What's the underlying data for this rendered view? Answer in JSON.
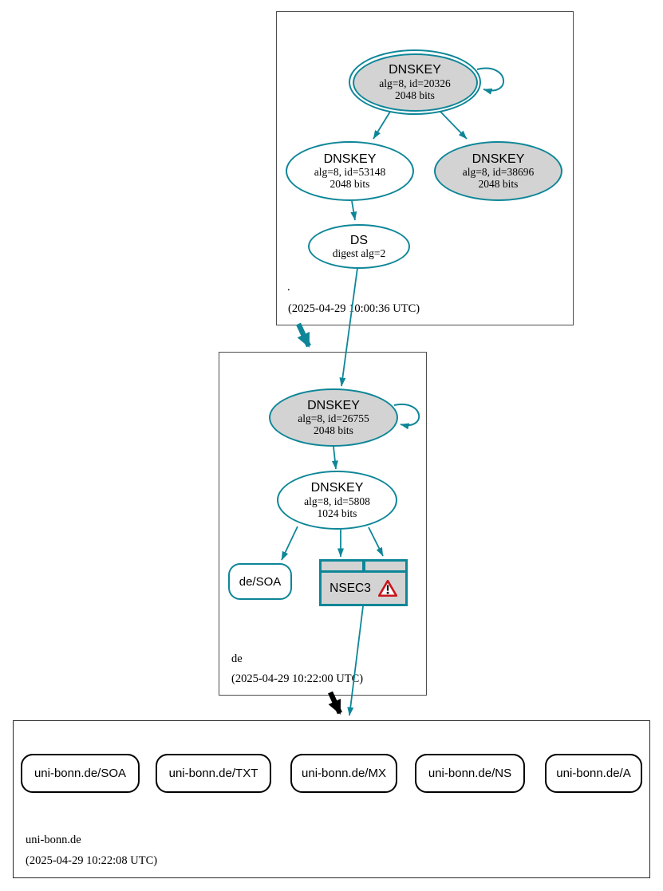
{
  "colors": {
    "secure_teal": "#0d8698",
    "node_fill": "#d3d3d3",
    "warning_red": "#c9171e",
    "insecure_black": "#000000"
  },
  "zones": [
    {
      "label": ".",
      "timestamp": "(2025-04-29 10:00:36 UTC)"
    },
    {
      "label": "de",
      "timestamp": "(2025-04-29 10:22:00 UTC)"
    },
    {
      "label": "uni-bonn.de",
      "timestamp": "(2025-04-29 10:22:08 UTC)"
    }
  ],
  "nodes": {
    "dnskey_20326": {
      "type": "DNSKEY",
      "alg_id": "alg=8, id=20326",
      "bits": "2048 bits"
    },
    "dnskey_53148": {
      "type": "DNSKEY",
      "alg_id": "alg=8, id=53148",
      "bits": "2048 bits"
    },
    "dnskey_38696": {
      "type": "DNSKEY",
      "alg_id": "alg=8, id=38696",
      "bits": "2048 bits"
    },
    "ds": {
      "type": "DS",
      "digest": "digest alg=2"
    },
    "dnskey_26755": {
      "type": "DNSKEY",
      "alg_id": "alg=8, id=26755",
      "bits": "2048 bits"
    },
    "dnskey_5808": {
      "type": "DNSKEY",
      "alg_id": "alg=8, id=5808",
      "bits": "1024 bits"
    },
    "de_soa": {
      "label": "de/SOA"
    },
    "nsec3": {
      "label": "NSEC3",
      "warning_icon": "warning-triangle-icon"
    },
    "rrsets": [
      "uni-bonn.de/SOA",
      "uni-bonn.de/TXT",
      "uni-bonn.de/MX",
      "uni-bonn.de/NS",
      "uni-bonn.de/A"
    ]
  }
}
